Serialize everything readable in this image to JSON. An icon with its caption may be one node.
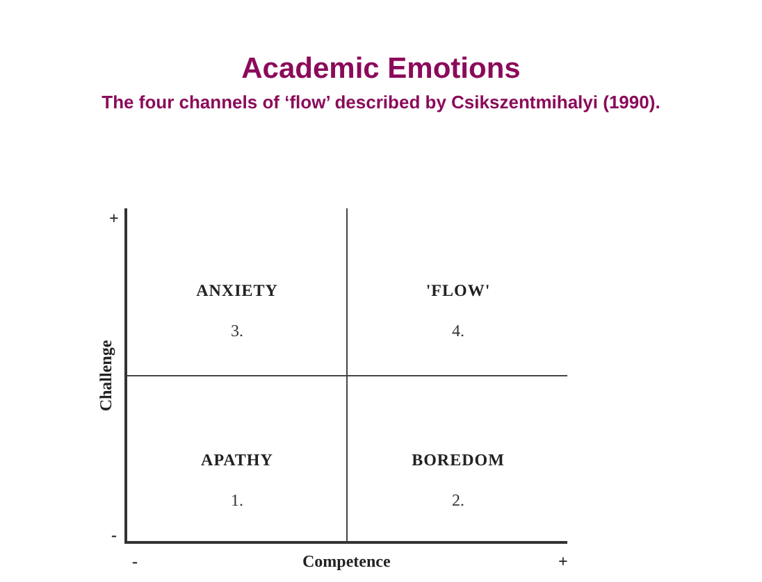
{
  "diagram": {
    "title": "Academic Emotions",
    "caption": "The four channels of ‘flow’ described by Csikszentmihalyi (1990).",
    "nodes": [
      {
        "text": [
          "ANXIETY",
          "3."
        ]
      },
      {
        "text": [
          "'FLOW'",
          "4."
        ]
      },
      {
        "text": [
          "APATHY",
          "1."
        ]
      },
      {
        "text": [
          "BOREDOM",
          "2."
        ]
      }
    ],
    "edges": [],
    "labels": [
      "+",
      "Challenge",
      "-",
      "-",
      "Competence",
      "+"
    ]
  }
}
